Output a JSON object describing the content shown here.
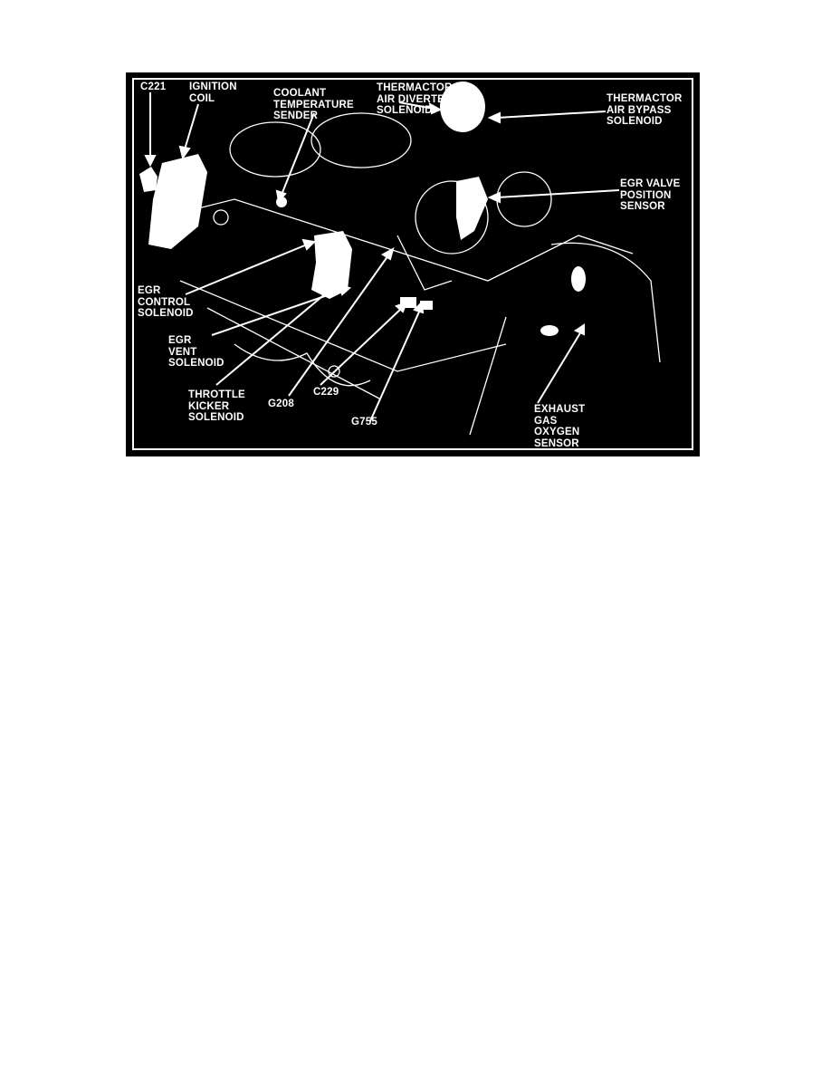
{
  "figure": {
    "labels": {
      "c221": "C221",
      "ignition_coil": "IGNITION\nCOIL",
      "coolant_sender": "COOLANT\nTEMPERATURE\nSENDER",
      "air_diverter": "THERMACTOR\nAIR DIVERTER\nSOLENOID",
      "air_bypass": "THERMACTOR\nAIR BYPASS\nSOLENOID",
      "egr_position": "EGR VALVE\nPOSITION\nSENSOR",
      "egr_control": "EGR\nCONTROL\nSOLENOID",
      "egr_vent": "EGR\nVENT\nSOLENOID",
      "throttle_kicker": "THROTTLE\nKICKER\nSOLENOID",
      "g208": "G208",
      "c229": "C229",
      "g755": "G755",
      "oxygen_sensor": "EXHAUST\nGAS\nOXYGEN\nSENSOR"
    }
  }
}
